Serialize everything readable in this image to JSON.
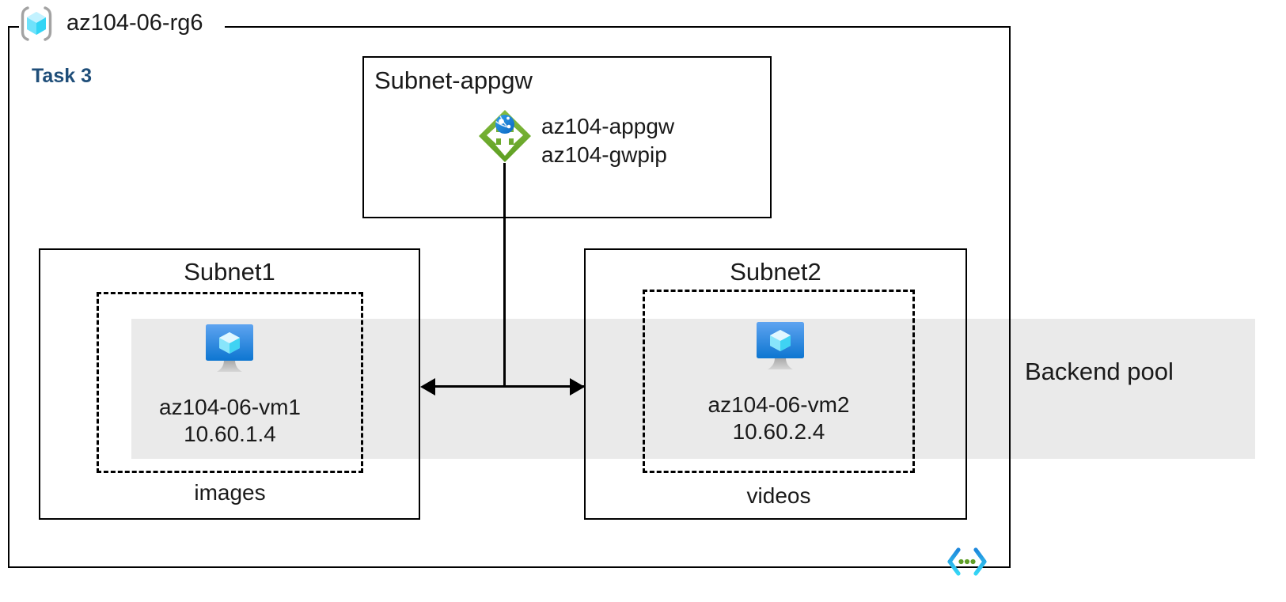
{
  "diagram": {
    "title": "az104-06-rg6",
    "task_label": "Task 3",
    "task_color": "#1F4E79",
    "background": "#ffffff",
    "resource_group": {
      "name": "az104-06-rg6",
      "icon": "resource-group-cube-icon",
      "icon_color": "#50E6FF",
      "bracket_color": "#A0A0A0",
      "border_color": "#000000"
    },
    "backend_pool": {
      "label": "Backend pool",
      "band_color": "#eaeaea"
    },
    "subnets": [
      {
        "id": "subnet-appgw",
        "title": "Subnet-appgw",
        "title_align": "left",
        "resources": [
          {
            "icon": "application-gateway-icon",
            "icon_color": "#6BB92D",
            "accent_color": "#0078D4",
            "lines": [
              "az104-appgw",
              "az104-gwpip"
            ]
          }
        ]
      },
      {
        "id": "subnet1",
        "title": "Subnet1",
        "title_align": "center",
        "group_caption": "images",
        "resources": [
          {
            "icon": "virtual-machine-icon",
            "icon_color": "#0078D4",
            "accent_color": "#50E6FF",
            "name": "az104-06-vm1",
            "ip": "10.60.1.4"
          }
        ]
      },
      {
        "id": "subnet2",
        "title": "Subnet2",
        "title_align": "center",
        "group_caption": "videos",
        "resources": [
          {
            "icon": "virtual-machine-icon",
            "icon_color": "#0078D4",
            "accent_color": "#50E6FF",
            "name": "az104-06-vm2",
            "ip": "10.60.2.4"
          }
        ]
      }
    ],
    "connectors": [
      {
        "id": "appgw-to-backend",
        "type": "line-with-double-arrow",
        "from": "subnet-appgw",
        "to": [
          "subnet1",
          "subnet2"
        ],
        "color": "#000000"
      }
    ],
    "footer_icon": {
      "name": "script-code-icon",
      "bracket_color": "#2CC8F0",
      "dot_color": "#5E9E26"
    }
  }
}
